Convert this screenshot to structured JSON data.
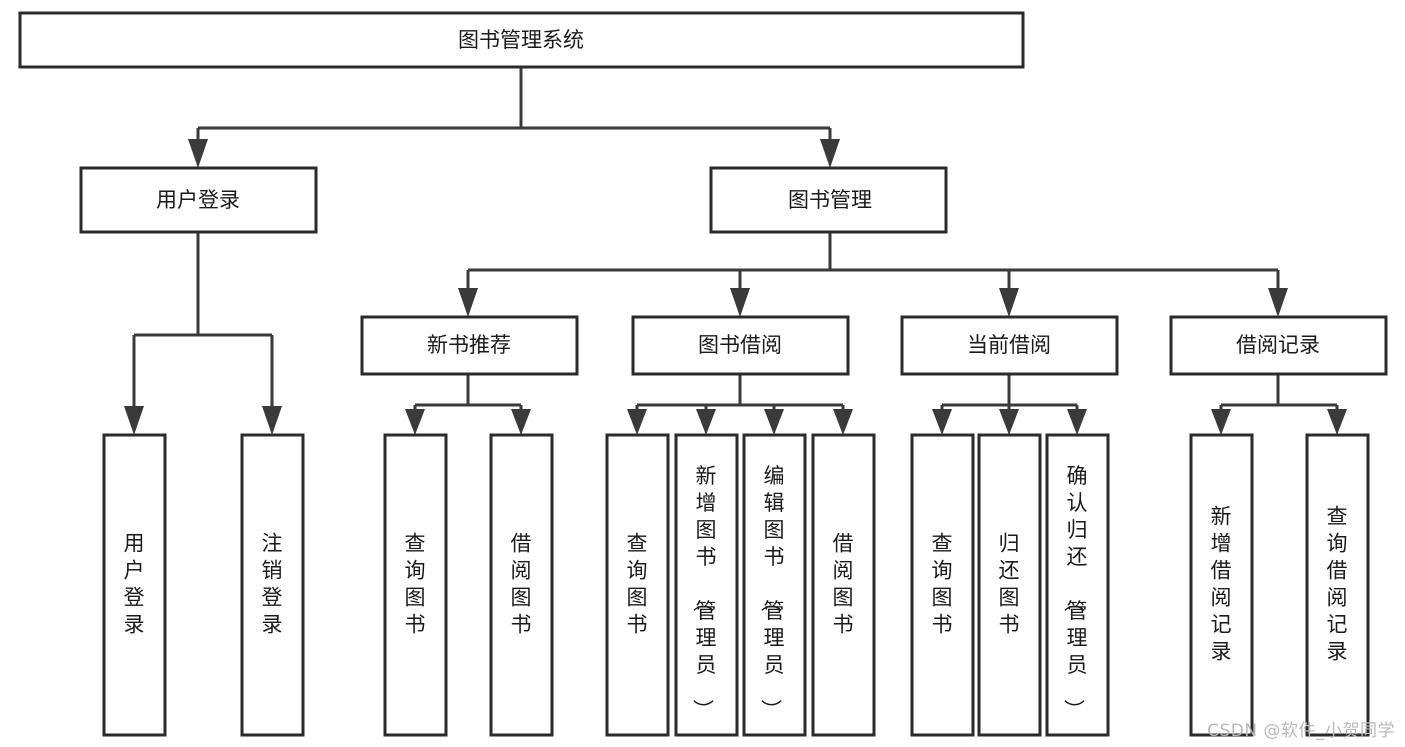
{
  "diagram": {
    "type": "tree",
    "title": "图书管理系统",
    "watermark": "CSDN @软件_小贺同学",
    "nodes": {
      "root": {
        "label": "图书管理系统",
        "level": 1,
        "orientation": "horizontal"
      },
      "user_login": {
        "label": "用户登录",
        "level": 2,
        "orientation": "horizontal"
      },
      "book_manage": {
        "label": "图书管理",
        "level": 2,
        "orientation": "horizontal"
      },
      "new_book_rec": {
        "label": "新书推荐",
        "level": 3,
        "orientation": "horizontal"
      },
      "book_borrow": {
        "label": "图书借阅",
        "level": 3,
        "orientation": "horizontal"
      },
      "current_borrow": {
        "label": "当前借阅",
        "level": 3,
        "orientation": "horizontal"
      },
      "borrow_record": {
        "label": "借阅记录",
        "level": 3,
        "orientation": "horizontal"
      },
      "leaf_user_login": {
        "label": "用户登录",
        "level": 4,
        "orientation": "vertical"
      },
      "leaf_logout": {
        "label": "注销登录",
        "level": 4,
        "orientation": "vertical"
      },
      "leaf_query_book_1": {
        "label": "查询图书",
        "level": 4,
        "orientation": "vertical"
      },
      "leaf_borrow_book_1": {
        "label": "借阅图书",
        "level": 4,
        "orientation": "vertical"
      },
      "leaf_query_book_2": {
        "label": "查询图书",
        "level": 4,
        "orientation": "vertical"
      },
      "leaf_add_book": {
        "label": "新增图书（管理员）",
        "level": 4,
        "orientation": "vertical"
      },
      "leaf_edit_book": {
        "label": "编辑图书（管理员）",
        "level": 4,
        "orientation": "vertical"
      },
      "leaf_borrow_book_2": {
        "label": "借阅图书",
        "level": 4,
        "orientation": "vertical"
      },
      "leaf_query_book_3": {
        "label": "查询图书",
        "level": 4,
        "orientation": "vertical"
      },
      "leaf_return_book": {
        "label": "归还图书",
        "level": 4,
        "orientation": "vertical"
      },
      "leaf_confirm_return": {
        "label": "确认归还（管理员）",
        "level": 4,
        "orientation": "vertical"
      },
      "leaf_add_record": {
        "label": "新增借阅记录",
        "level": 4,
        "orientation": "vertical"
      },
      "leaf_query_record": {
        "label": "查询借阅记录",
        "level": 4,
        "orientation": "vertical"
      }
    },
    "edges": [
      {
        "from": "root",
        "to": "user_login"
      },
      {
        "from": "root",
        "to": "book_manage"
      },
      {
        "from": "user_login",
        "to": "leaf_user_login"
      },
      {
        "from": "user_login",
        "to": "leaf_logout"
      },
      {
        "from": "book_manage",
        "to": "new_book_rec"
      },
      {
        "from": "book_manage",
        "to": "book_borrow"
      },
      {
        "from": "book_manage",
        "to": "current_borrow"
      },
      {
        "from": "book_manage",
        "to": "borrow_record"
      },
      {
        "from": "new_book_rec",
        "to": "leaf_query_book_1"
      },
      {
        "from": "new_book_rec",
        "to": "leaf_borrow_book_1"
      },
      {
        "from": "book_borrow",
        "to": "leaf_query_book_2"
      },
      {
        "from": "book_borrow",
        "to": "leaf_add_book"
      },
      {
        "from": "book_borrow",
        "to": "leaf_edit_book"
      },
      {
        "from": "book_borrow",
        "to": "leaf_borrow_book_2"
      },
      {
        "from": "current_borrow",
        "to": "leaf_query_book_3"
      },
      {
        "from": "current_borrow",
        "to": "leaf_return_book"
      },
      {
        "from": "current_borrow",
        "to": "leaf_confirm_return"
      },
      {
        "from": "borrow_record",
        "to": "leaf_add_record"
      },
      {
        "from": "borrow_record",
        "to": "leaf_query_record"
      }
    ],
    "colors": {
      "box_stroke": "#2b2b2b",
      "box_fill": "#ffffff",
      "connector": "#3a3a3a",
      "text": "#1a1a1a",
      "watermark": "#b9b9b9",
      "background": "#ffffff"
    }
  }
}
